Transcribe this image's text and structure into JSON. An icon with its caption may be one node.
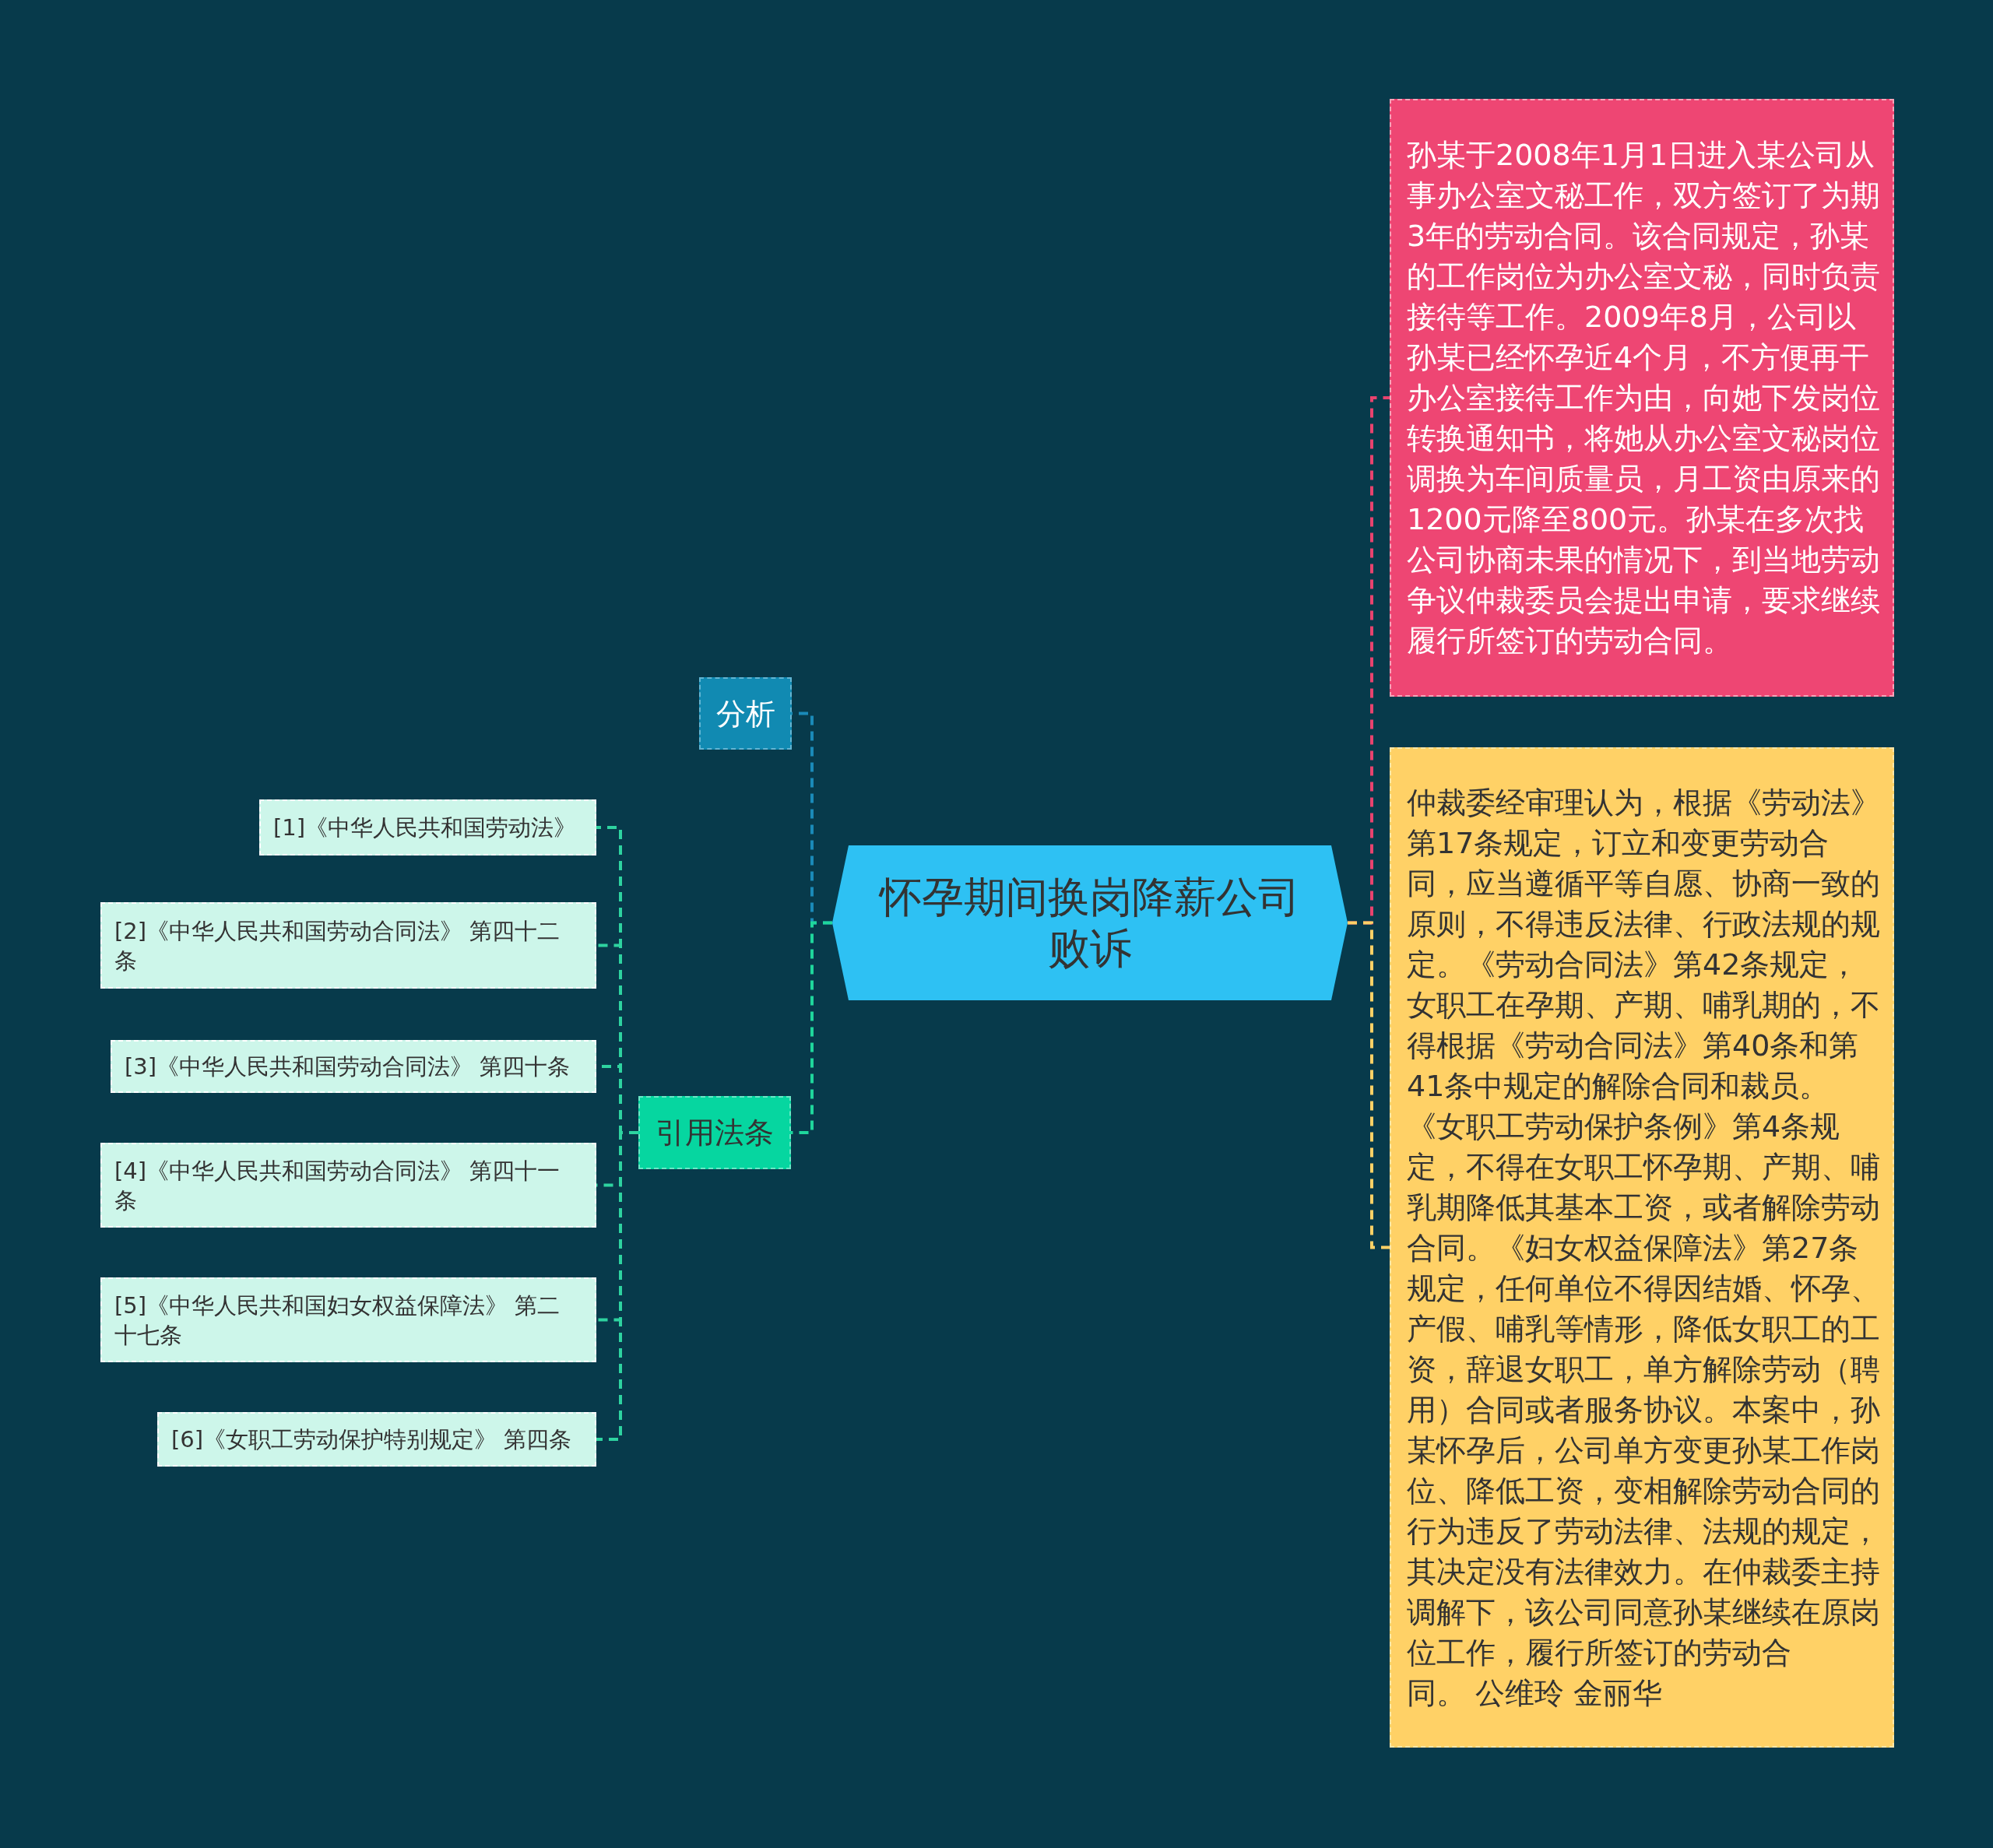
{
  "diagram": {
    "nodes": [
      {
        "text": [
          "怀孕期间换岗降薪公司败诉"
        ]
      },
      {
        "text": [
          "孙某于2008年1月1日进入某公司从事办公室文秘工作，双方签订了为期3年的劳动合同。该合同规定，孙某的工作岗位为办公室文秘，同时负责接待等工作。2009年8月，公司以孙某已经怀孕近4个月，不方便再干办公室接待工作为由，向她下发岗位转换通知书，将她从办公室文秘岗位调换为车间质量员，月工资由原来的1200元降至800元。孙某在多次找公司协商未果的情况下，到当地劳动争议仲裁委员会提出申请，要求继续履行所签订的劳动合同。"
        ]
      },
      {
        "text": [
          "仲裁委经审理认为，根据《劳动法》第17条规定，订立和变更劳动合同，应当遵循平等自愿、协商一致的原则，不得违反法律、行政法规的规定。《劳动合同法》第42条规定，女职工在孕期、产期、哺乳期的，不得根据《劳动合同法》第40条和第41条中规定的解除合同和裁员。《女职工劳动保护条例》第4条规定，不得在女职工怀孕期、产期、哺乳期降低其基本工资，或者解除劳动合同。《妇女权益保障法》第27条规定，任何单位不得因结婚、怀孕、产假、哺乳等情形，降低女职工的工资，辞退女职工，单方解除劳动（聘用）合同或者服务协议。本案中，孙某怀孕后，公司单方变更孙某工作岗位、降低工资，变相解除劳动合同的行为违反了劳动法律、法规的规定，其决定没有法律效力。在仲裁委主持调解下，该公司同意孙某继续在原岗位工作，履行所签订的劳动合同。 公维玲 金丽华"
        ]
      },
      {
        "text": [
          "分析"
        ]
      },
      {
        "text": [
          "引用法条"
        ]
      },
      {
        "text": [
          "[1]《中华人民共和国劳动法》"
        ]
      },
      {
        "text": [
          "[2]《中华人民共和国劳动合同法》 第四十二条"
        ]
      },
      {
        "text": [
          "[3]《中华人民共和国劳动合同法》 第四十条"
        ]
      },
      {
        "text": [
          "[4]《中华人民共和国劳动合同法》 第四十一条"
        ]
      },
      {
        "text": [
          "[5]《中华人民共和国妇女权益保障法》 第二十七条"
        ]
      },
      {
        "text": [
          "[6]《女职工劳动保护特别规定》 第四条"
        ]
      }
    ],
    "edges": [
      {
        "from": 0,
        "to": 1,
        "arrow": "none",
        "style": "dashed",
        "color": "#e8436e"
      },
      {
        "from": 0,
        "to": 2,
        "arrow": "none",
        "style": "dashed",
        "color": "#ffd166"
      },
      {
        "from": 0,
        "to": 3,
        "arrow": "none",
        "style": "dashed",
        "color": "#1a8ab8"
      },
      {
        "from": 0,
        "to": 4,
        "arrow": "none",
        "style": "dashed",
        "color": "#1fd69c"
      },
      {
        "from": 4,
        "to": 5,
        "arrow": "none",
        "style": "dashed"
      },
      {
        "from": 4,
        "to": 6,
        "arrow": "none",
        "style": "dashed"
      },
      {
        "from": 4,
        "to": 7,
        "arrow": "none",
        "style": "dashed"
      },
      {
        "from": 4,
        "to": 8,
        "arrow": "none",
        "style": "dashed"
      },
      {
        "from": 4,
        "to": 9,
        "arrow": "none",
        "style": "dashed"
      },
      {
        "from": 4,
        "to": 10,
        "arrow": "none",
        "style": "dashed"
      }
    ]
  }
}
